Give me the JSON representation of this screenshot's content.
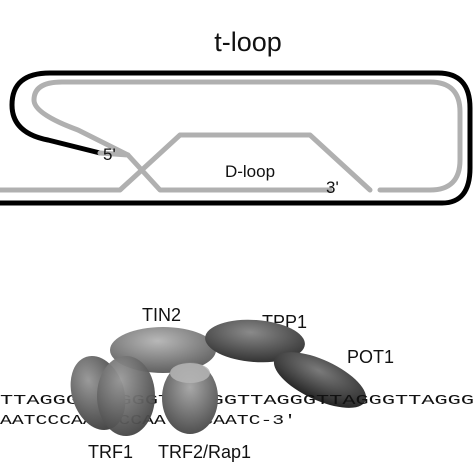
{
  "tloop": {
    "title": "t-loop",
    "five_prime": "5'",
    "three_prime": "3'",
    "dloop": "D-loop"
  },
  "shelterin": {
    "proteins": {
      "tin2": "TIN2",
      "tpp1": "TPP1",
      "pot1": "POT1",
      "trf1": "TRF1",
      "trf2_rap1": "TRF2/Rap1"
    },
    "sequence_top": "TTAGGGTTAGGGTTAGGGTTAGGGTTAGGGTTAGGG",
    "sequence_bottom": "AATCCCAATCCCAATCCCAATC-3'"
  },
  "colors": {
    "strand_dark": "#000000",
    "strand_light": "#b0b0b0",
    "protein_dark": "#2c2c2c",
    "protein_light": "#9a9a9a"
  }
}
